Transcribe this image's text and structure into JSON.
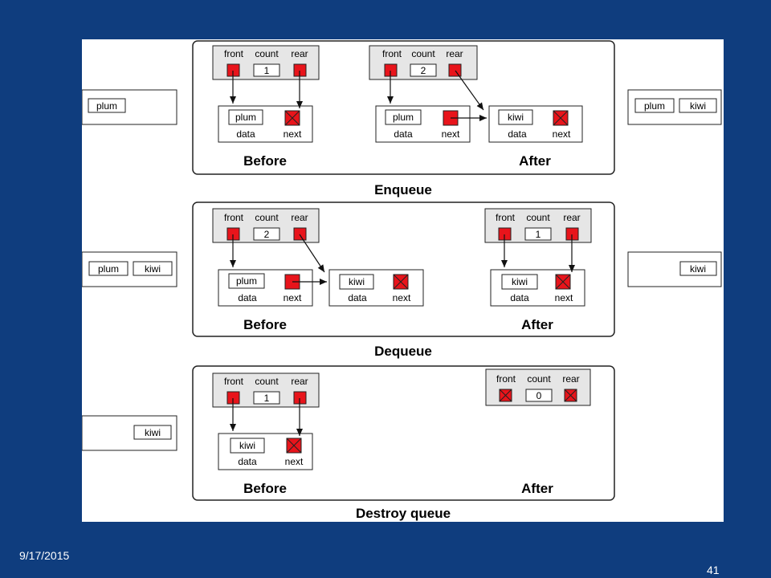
{
  "slide": {
    "date": "9/17/2015",
    "page_number": "41"
  },
  "labels": {
    "front": "front",
    "count": "count",
    "rear": "rear",
    "data": "data",
    "next": "next",
    "before": "Before",
    "after": "After"
  },
  "colors": {
    "background": "#0f3d7e",
    "pointer_fill": "#e8141b",
    "header_fill": "#e6e6e6"
  },
  "panels": [
    {
      "caption": "Enqueue",
      "queue_before": [
        "plum"
      ],
      "queue_after": [
        "plum",
        "kiwi"
      ],
      "before": {
        "count": "1",
        "nodes": [
          "plum"
        ]
      },
      "after": {
        "count": "2",
        "nodes": [
          "plum",
          "kiwi"
        ]
      }
    },
    {
      "caption": "Dequeue",
      "queue_before": [
        "plum",
        "kiwi"
      ],
      "queue_after": [
        "kiwi"
      ],
      "before": {
        "count": "2",
        "nodes": [
          "plum",
          "kiwi"
        ]
      },
      "after": {
        "count": "1",
        "nodes": [
          "kiwi"
        ]
      }
    },
    {
      "caption": "Destroy queue",
      "queue_before": [
        "kiwi"
      ],
      "queue_after": [],
      "before": {
        "count": "1",
        "nodes": [
          "kiwi"
        ]
      },
      "after": {
        "count": "0",
        "nodes": []
      }
    }
  ]
}
